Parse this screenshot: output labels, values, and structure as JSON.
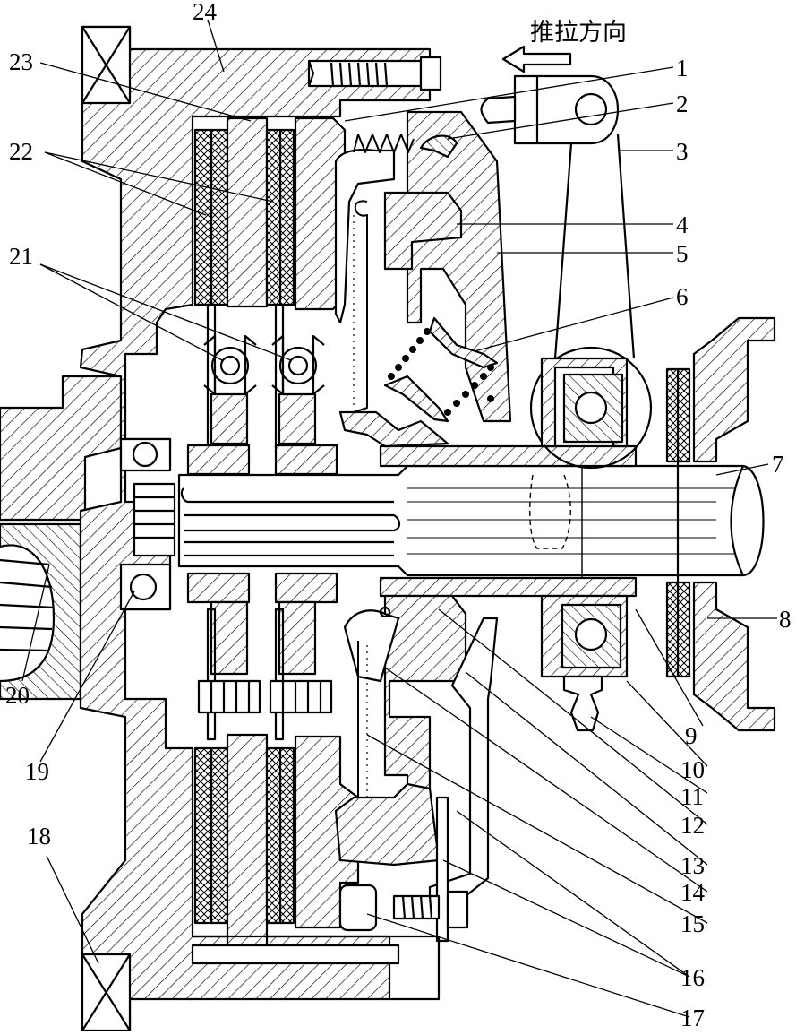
{
  "diagram": {
    "direction_label": "推拉方向",
    "labels": [
      "1",
      "2",
      "3",
      "4",
      "5",
      "6",
      "7",
      "8",
      "9",
      "10",
      "11",
      "12",
      "13",
      "14",
      "15",
      "16",
      "17",
      "18",
      "19",
      "20",
      "21",
      "22",
      "23",
      "24"
    ],
    "colors": {
      "line": "#000000",
      "background": "#ffffff"
    }
  }
}
